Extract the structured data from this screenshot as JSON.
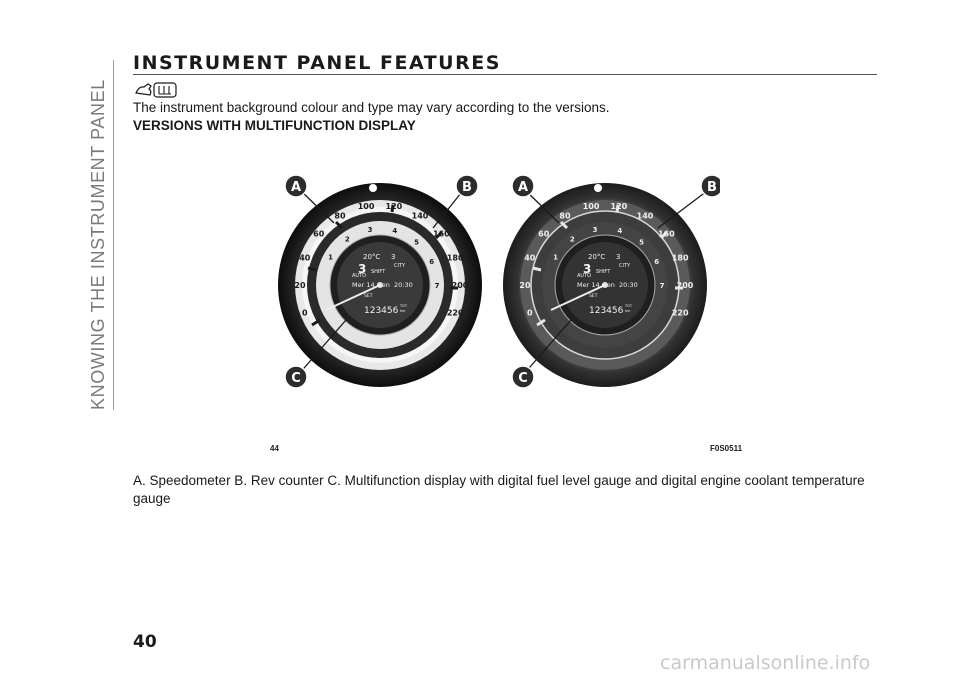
{
  "sidebar": {
    "section_label": "KNOWING THE INSTRUMENT PANEL"
  },
  "header": {
    "title": "INSTRUMENT PANEL FEATURES"
  },
  "body": {
    "intro": "The instrument background colour and type may vary according to the versions.",
    "subheading": "VERSIONS WITH MULTIFUNCTION DISPLAY"
  },
  "figure": {
    "number": "44",
    "code": "F0S0511",
    "callouts": {
      "a": "A",
      "b": "B",
      "c": "C"
    },
    "speed_ticks": [
      "0",
      "20",
      "40",
      "60",
      "80",
      "100",
      "120",
      "140",
      "160",
      "180",
      "200",
      "220"
    ],
    "rpm_ticks": [
      "1",
      "2",
      "3",
      "4",
      "5",
      "6",
      "7"
    ],
    "display": {
      "temperature": "20°C",
      "gear": "3",
      "time_hours": "3",
      "gear_mode": "SHIFT",
      "drive_mode": "CITY",
      "auto": "AUTO",
      "date": "Mer 14 Gen",
      "clock": "20:30",
      "set": "SET",
      "odometer": "123456",
      "odometer_unit_top": "TOT",
      "odometer_unit_bottom": "km"
    }
  },
  "caption": "A. Speedometer B. Rev counter C. Multifunction display with digital fuel level gauge and digital engine coolant temperature gauge",
  "footer": {
    "page_number": "40",
    "watermark": "carmanualsonline.info"
  },
  "colors": {
    "text": "#1a1a1a",
    "side_label": "#7a7a7a",
    "watermark": "#c9c9c9"
  }
}
